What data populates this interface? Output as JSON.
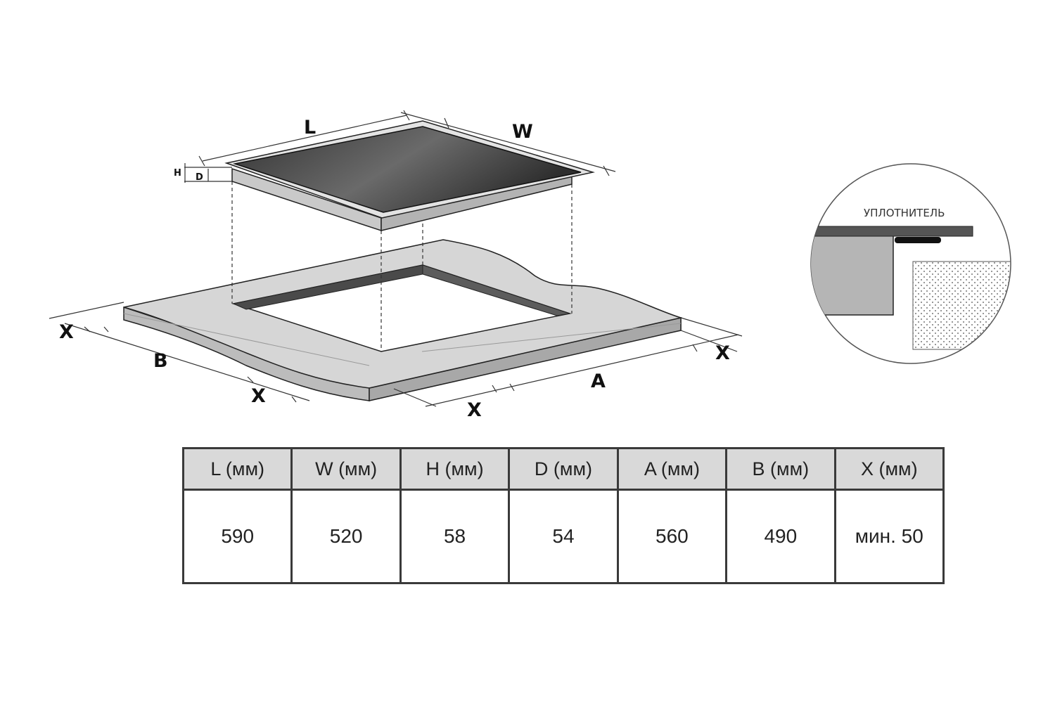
{
  "diagram": {
    "labels": {
      "L": "L",
      "W": "W",
      "H": "H",
      "D": "D",
      "A": "A",
      "B": "B",
      "X": "X"
    },
    "seal_label": "УПЛОТНИТЕЛЬ"
  },
  "table": {
    "headers": [
      "L (мм)",
      "W (мм)",
      "H (мм)",
      "D (мм)",
      "A (мм)",
      "B (мм)",
      "X (мм)"
    ],
    "values": [
      "590",
      "520",
      "58",
      "54",
      "560",
      "490",
      "мин. 50"
    ]
  }
}
